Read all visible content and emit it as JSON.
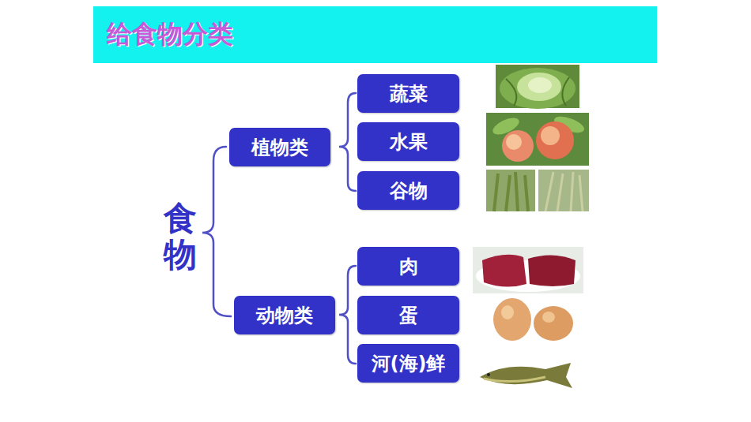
{
  "diagram": {
    "title": "给食物分类",
    "nodes": [
      {
        "text": [
          "植物类"
        ]
      },
      {
        "text": [
          "蔬菜"
        ]
      },
      {
        "text": [
          "水果"
        ]
      },
      {
        "text": [
          "谷物"
        ]
      },
      {
        "text": [
          "动物类"
        ]
      },
      {
        "text": [
          "肉"
        ]
      },
      {
        "text": [
          "蛋"
        ]
      },
      {
        "text": [
          "河(海)鲜"
        ]
      }
    ],
    "labels": [
      "食物"
    ]
  }
}
